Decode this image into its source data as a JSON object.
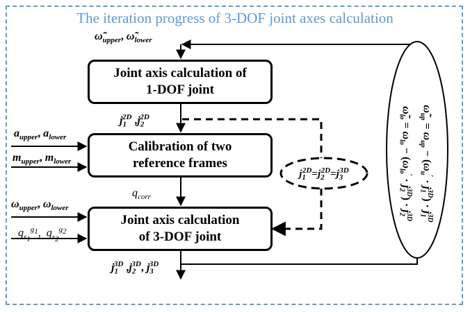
{
  "title": "The iteration progress of 3-DOF joint axes calculation",
  "boxes": {
    "box1": {
      "line1": "Joint axis calculation of",
      "line2": "1-DOF joint"
    },
    "box2": {
      "line1": "Calibration of two",
      "line2": "reference frames"
    },
    "box3": {
      "line1": "Joint axis calculation",
      "line2": "of 3-DOF joint"
    }
  },
  "labels": {
    "omega_tilde_upper": "ω̃",
    "omega_tilde_upper_sub": "upper",
    "omega_tilde_lower": "ω̃",
    "omega_tilde_lower_sub": "lower",
    "j_main": "j",
    "sub_1": "1",
    "sub_2": "2",
    "sub_3": "3",
    "sup_2d": "2D",
    "sup_3d": "3D",
    "a": "a",
    "upper": "upper",
    "lower": "lower",
    "m": "m",
    "q": "q",
    "corr": "corr",
    "omega": "ω",
    "s1": "s",
    "g1": "g",
    "g2": "g",
    "comma": ",",
    "equals": "="
  },
  "equations": {
    "line1": {
      "lhs": "ω̃",
      "lhs_sub": "up",
      "eq": " = ",
      "a": "ω",
      "a_sub": "up",
      "minus": " − (",
      "b": "ω",
      "b_sub": "u",
      "prime": "′",
      "dot": " · ",
      "j": "j",
      "j_sub": "1",
      "j_sup": "3D",
      "close": ") · ",
      "j2": "j",
      "j2_sub": "1",
      "j2_sup": "3D"
    },
    "line2": {
      "lhs": "ω̃",
      "lhs_sub": "lo",
      "eq": " = ",
      "a": "ω",
      "a_sub": "lo",
      "minus": " − (",
      "b": "ω",
      "b_sub": "lo",
      "prime": "′",
      "dot": " · ",
      "j": "j",
      "j_sub": "2",
      "j_sup": "3D",
      "close": ") · ",
      "j2": "j",
      "j2_sub": "2",
      "j2_sup": "3D"
    }
  }
}
